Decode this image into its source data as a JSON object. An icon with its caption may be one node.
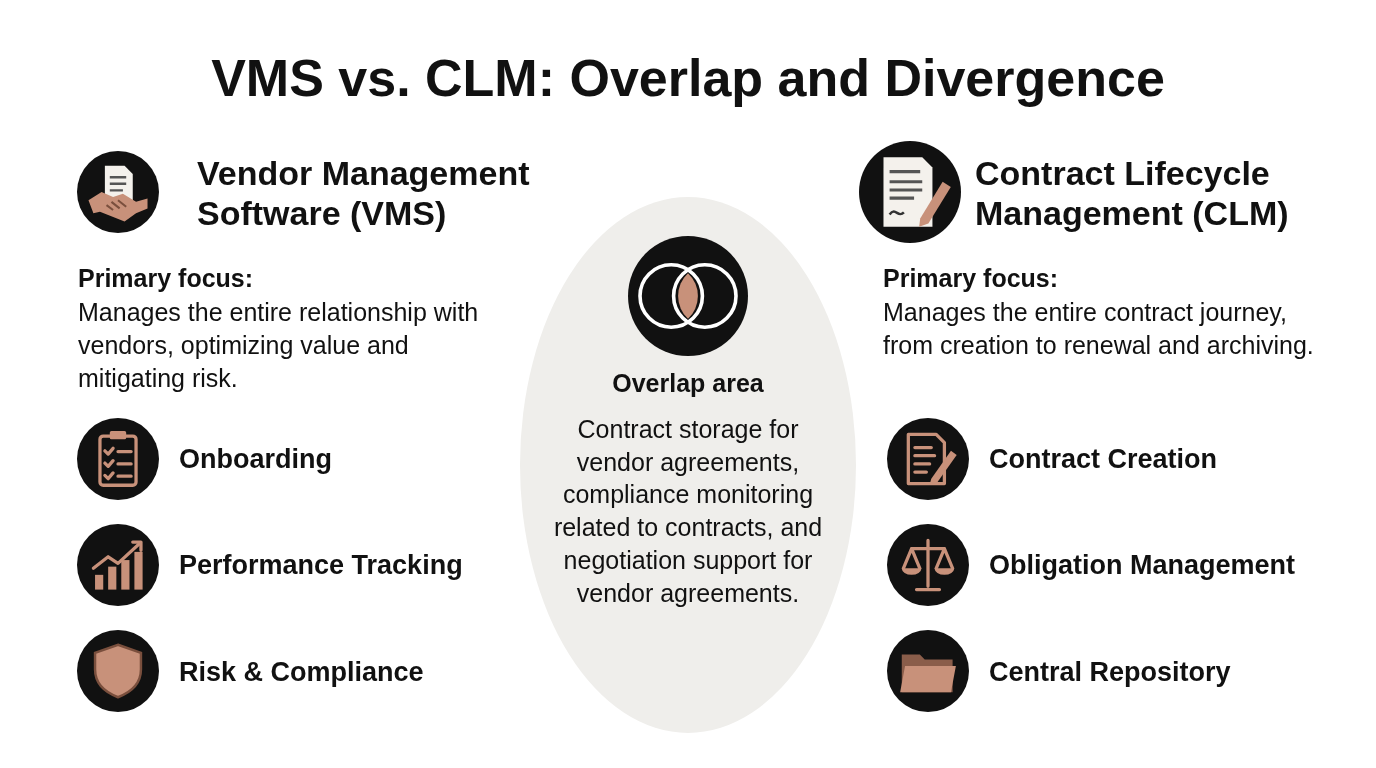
{
  "diagram": {
    "title": "VMS vs. CLM: Overlap and Divergence",
    "nodes": [
      {
        "text": [
          "Overlap area",
          "Contract storage for vendor agreements, compliance monitoring related to contracts, and negotiation support for vendor agreements."
        ]
      }
    ],
    "labels": [
      "Vendor Management Software (VMS)",
      "Contract Lifecycle Management (CLM)",
      "Primary focus:",
      "Manages the entire relationship with vendors, optimizing value and mitigating risk.",
      "Primary focus:",
      "Manages the entire contract journey, from creation to renewal and archiving.",
      "Onboarding",
      "Contract Creation",
      "Performance Tracking",
      "Obligation Management",
      "Risk & Compliance",
      "Central Repository"
    ]
  }
}
